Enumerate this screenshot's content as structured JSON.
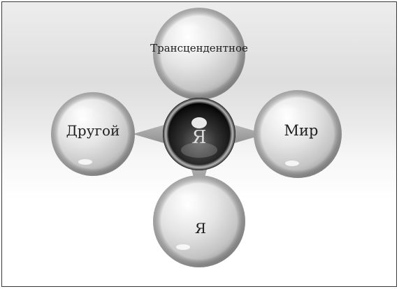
{
  "diagram": {
    "nodes": {
      "center": {
        "label": "Я"
      },
      "top": {
        "label": "Трансцендентное"
      },
      "left": {
        "label": "Другой"
      },
      "right": {
        "label": "Мир"
      },
      "bottom": {
        "label": "Я"
      }
    },
    "connectors": [
      {
        "from": "center",
        "to": "top"
      },
      {
        "from": "center",
        "to": "left"
      },
      {
        "from": "center",
        "to": "right"
      },
      {
        "from": "center",
        "to": "bottom"
      }
    ],
    "colors": {
      "outer_sphere_light": "#ffffff",
      "outer_sphere_mid": "#d9d9d9",
      "outer_sphere_dark": "#9a9a9a",
      "center_sphere_dark": "#0e0e0e",
      "center_sphere_mid": "#5a5a5a",
      "connector": "#a8a8a8",
      "label": "#1e1e1e"
    }
  }
}
